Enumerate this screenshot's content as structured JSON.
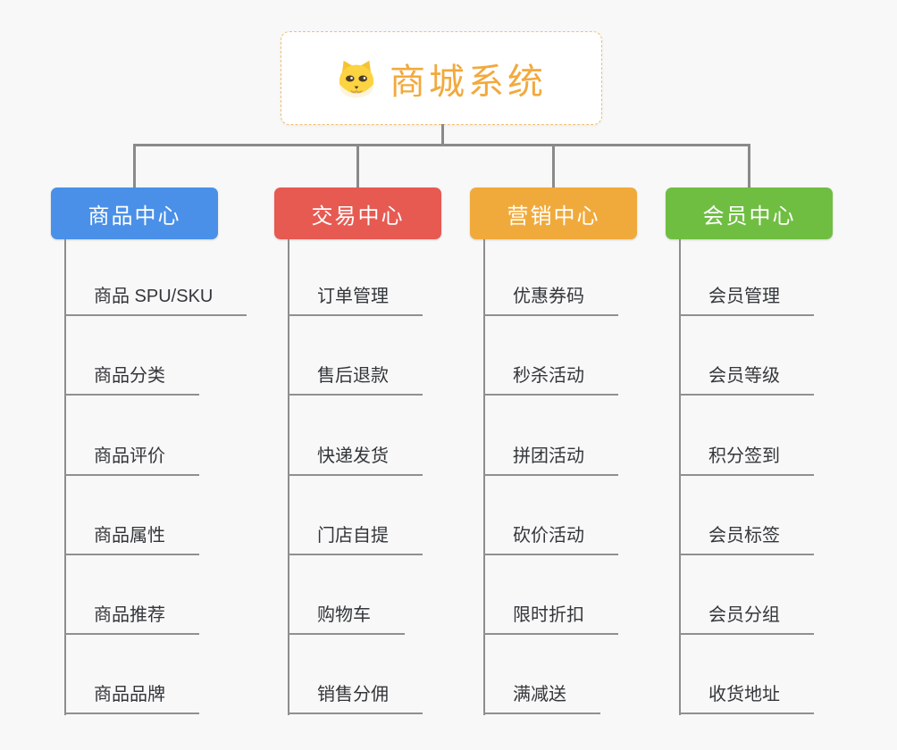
{
  "canvas": {
    "background": "#f8f8f8"
  },
  "root": {
    "title": "商城系统",
    "icon": "dog-icon",
    "text_color": "#f2a93e",
    "border_color": "#f0bf72"
  },
  "connectors": {
    "color": "#8a8a8a"
  },
  "branches": [
    {
      "label": "商品中心",
      "color": "#4a90e8",
      "items": [
        "商品 SPU/SKU",
        "商品分类",
        "商品评价",
        "商品属性",
        "商品推荐",
        "商品品牌"
      ]
    },
    {
      "label": "交易中心",
      "color": "#e65a52",
      "items": [
        "订单管理",
        "售后退款",
        "快递发货",
        "门店自提",
        "购物车",
        "销售分佣"
      ]
    },
    {
      "label": "营销中心",
      "color": "#f0aa3c",
      "items": [
        "优惠券码",
        "秒杀活动",
        "拼团活动",
        "砍价活动",
        "限时折扣",
        "满减送"
      ]
    },
    {
      "label": "会员中心",
      "color": "#6fbe42",
      "items": [
        "会员管理",
        "会员等级",
        "积分签到",
        "会员标签",
        "会员分组",
        "收货地址"
      ]
    }
  ]
}
